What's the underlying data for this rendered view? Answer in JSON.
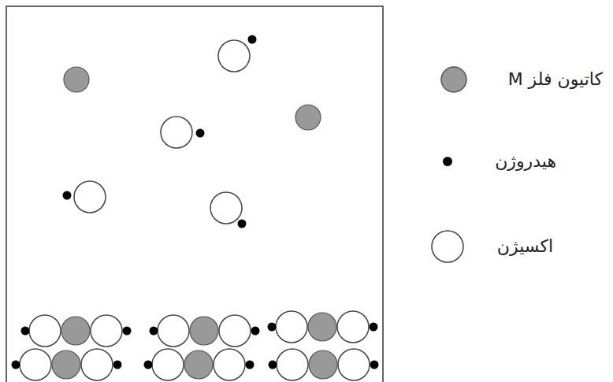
{
  "diagram": {
    "legend": [
      {
        "text": "کاتیون فلز M",
        "color": "#999999"
      },
      {
        "text": "هیدروژن",
        "color": "#000000"
      },
      {
        "text": "اکسیژن",
        "color": "#ffffff"
      }
    ]
  }
}
